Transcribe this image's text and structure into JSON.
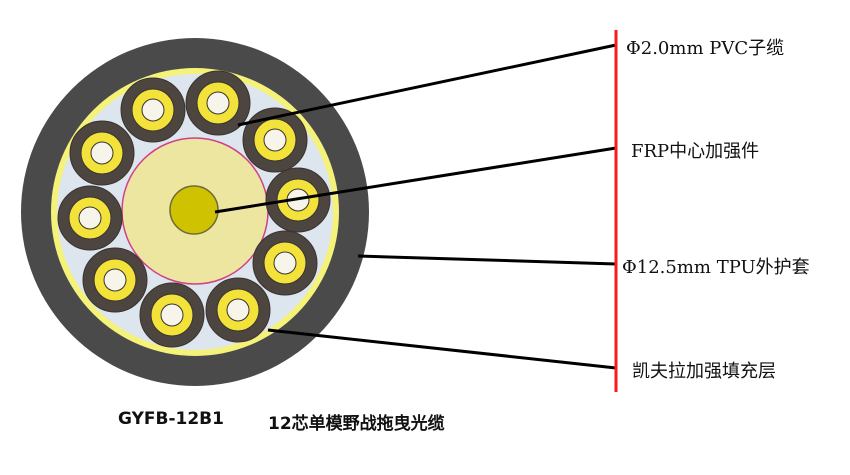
{
  "labels": [
    {
      "text": "Φ2.0mm PVC子缆"
    },
    {
      "text": "FRP中心加强件"
    },
    {
      "text": "Φ12.5mm TPU外护套"
    },
    {
      "text": "凯夫拉加强填充层"
    }
  ],
  "caption": {
    "model": "GYFB-12B1",
    "description": "12芯单模野战拖曳光缆"
  },
  "colors": {
    "sheath": "#4a4a4a",
    "kevlar": "#f5f27a",
    "filler": "#dde6ee",
    "core": "#ede6a0",
    "frp": "#cfc200",
    "subunit_jacket": "#4d4540",
    "subunit_buffer": "#f2e23a",
    "fiber": "#f7f4ea",
    "leader_bar": "#ff1a1a"
  }
}
